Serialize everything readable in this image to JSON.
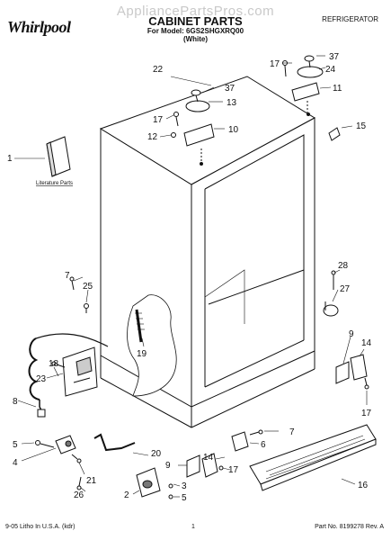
{
  "header": {
    "brand": "Whirlpool",
    "watermark": "AppliancePartsPros.com",
    "title": "CABINET PARTS",
    "model_line": "For Model: 6GS2SHGXRQ00",
    "color_line": "(White)",
    "category": "REFRIGERATOR"
  },
  "diagram": {
    "literature_caption": "Literature Parts",
    "callouts": [
      "1",
      "2",
      "3",
      "4",
      "5",
      "5",
      "6",
      "7",
      "7",
      "8",
      "9",
      "9",
      "10",
      "11",
      "12",
      "13",
      "14",
      "14",
      "15",
      "16",
      "17",
      "17",
      "17",
      "17",
      "18",
      "19",
      "20",
      "21",
      "22",
      "23",
      "24",
      "25",
      "26",
      "27",
      "28",
      "37",
      "37"
    ]
  },
  "footer": {
    "left": "9-05 Litho In U.S.A. (kdr)",
    "page": "1",
    "right": "Part No. 8199278 Rev. A"
  }
}
